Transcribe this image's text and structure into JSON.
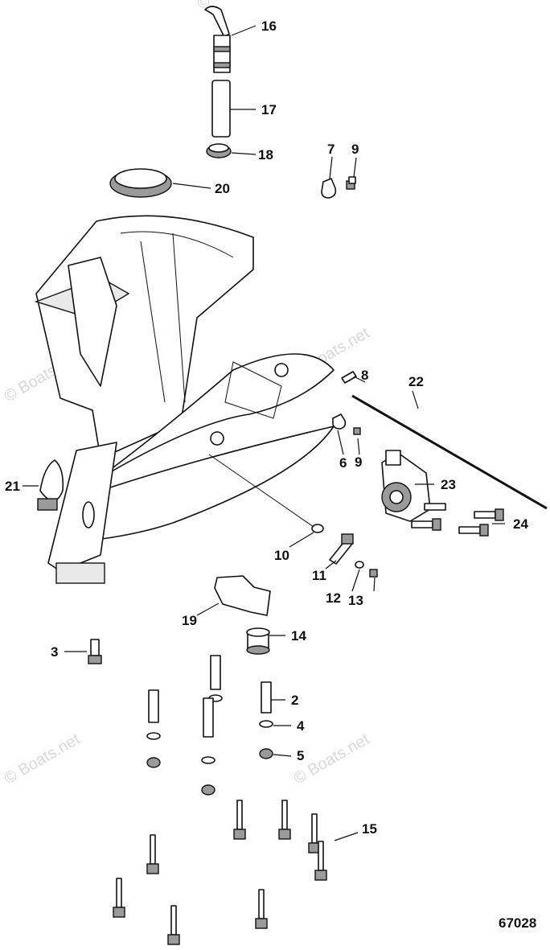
{
  "figure_number": "67028",
  "watermarks": [
    "© Boats.net",
    "© Boats.net",
    "© Boats.net",
    "© Boats.net",
    "© Boats.net"
  ],
  "callouts": {
    "c16": "16",
    "c17": "17",
    "c18": "18",
    "c20": "20",
    "c7": "7",
    "c9a": "9",
    "c8": "8",
    "c22": "22",
    "c6": "6",
    "c9b": "9",
    "c23": "23",
    "c21": "21",
    "c24": "24",
    "c10": "10",
    "c11": "11",
    "c12": "12",
    "c13": "13",
    "c19": "19",
    "c14": "14",
    "c3": "3",
    "c2": "2",
    "c4": "4",
    "c5": "5",
    "c15": "15"
  }
}
